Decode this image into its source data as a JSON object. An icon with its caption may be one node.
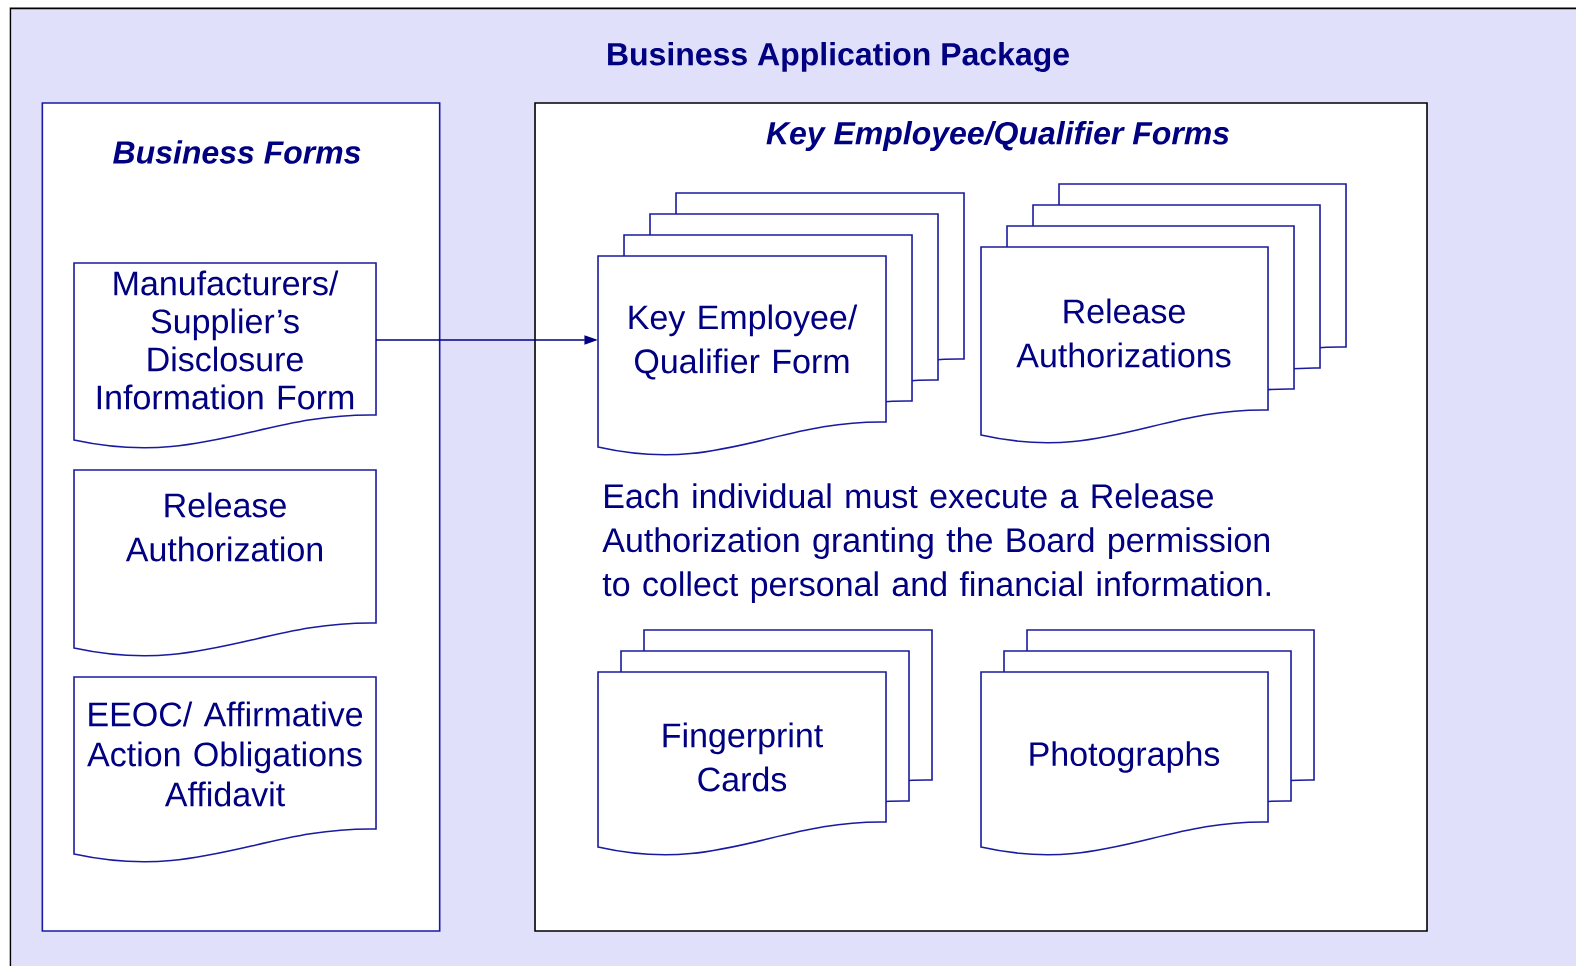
{
  "diagram": {
    "nodes": [
      {
        "text": [
          "Business Application Package"
        ]
      },
      {
        "text": [
          "Business Forms"
        ],
        "in": 0
      },
      {
        "text": [
          "Manufacturers/ Supplier’s Disclosure Information Form"
        ],
        "in": 1
      },
      {
        "text": [
          "Release Authorization"
        ],
        "in": 1
      },
      {
        "text": [
          "EEOC/ Affirmative Action Obligations Affidavit"
        ],
        "in": 1
      },
      {
        "text": [
          "Key Employee/Qualifier Forms"
        ],
        "in": 0
      },
      {
        "text": [
          "Key Employee/ Qualifier Form"
        ],
        "in": 5
      },
      {
        "text": [
          "Release Authorizations"
        ],
        "in": 5
      },
      {
        "text": [
          "Fingerprint Cards"
        ],
        "in": 5
      },
      {
        "text": [
          "Photographs"
        ],
        "in": 5
      }
    ],
    "edges": [
      {
        "from": 2,
        "to": 6,
        "arrow": "to"
      }
    ],
    "labels": [
      "Each individual must execute a Release Authorization granting the Board permission to collect personal and financial information."
    ]
  }
}
